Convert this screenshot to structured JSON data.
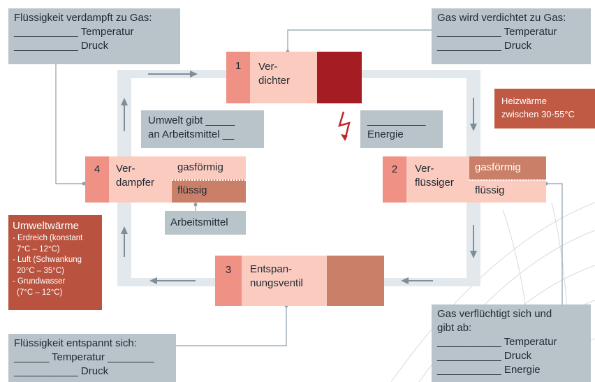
{
  "callouts": {
    "top_left": [
      "Flüssigkeit verdampft zu Gas:",
      "___________ Temperatur",
      "___________ Druck"
    ],
    "top_right": [
      "Gas wird verdichtet zu Gas:",
      "___________ Temperatur",
      "___________ Druck"
    ],
    "bottom_left": [
      "Flüssigkeit entspannt sich:",
      "______ Temperatur ________",
      "___________ Druck"
    ],
    "bottom_right": [
      "Gas verflüchtigt sich und",
      "gibt ab:",
      "___________ Temperatur",
      "___________ Druck",
      "___________ Energie"
    ]
  },
  "center": {
    "umwelt_line1": "Umwelt gibt _____",
    "umwelt_line2": "an Arbeitsmittel __",
    "energie_blank": "__________",
    "energie_label": "Energie",
    "lightning_icon": "lightning-bolt-icon",
    "arbeitsmittel": "Arbeitsmittel"
  },
  "components": {
    "c1": {
      "num": "1",
      "line1": "Ver-",
      "line2": "dichter"
    },
    "c2": {
      "num": "2",
      "line1": "Ver-",
      "line2": "flüssiger",
      "top": "gasförmig",
      "bottom": "flüssig"
    },
    "c3": {
      "num": "3",
      "line1": "Entspan-",
      "line2": "nungsventil"
    },
    "c4": {
      "num": "4",
      "line1": "Ver-",
      "line2": "dampfer",
      "top": "gasförmig",
      "bottom": "flüssig"
    }
  },
  "heizwaerme": [
    "Heizwärme",
    "zwischen 30-55°C"
  ],
  "umweltwaerme": {
    "title": "Umweltwärme",
    "items": [
      "- Erdreich (konstant",
      "  7°C – 12°C)",
      "- Luft (Schwankung",
      "  20°C – 35°C)",
      "- Grundwasser",
      "  (7°C – 12°C)"
    ]
  },
  "colors": {
    "compressor": "#a51d22",
    "component_num": "#ef9184",
    "component_label": "#fbcbc0",
    "phase_dark": "#c97f68",
    "callout": "#b9c3ca",
    "heat": "#c05a45"
  }
}
